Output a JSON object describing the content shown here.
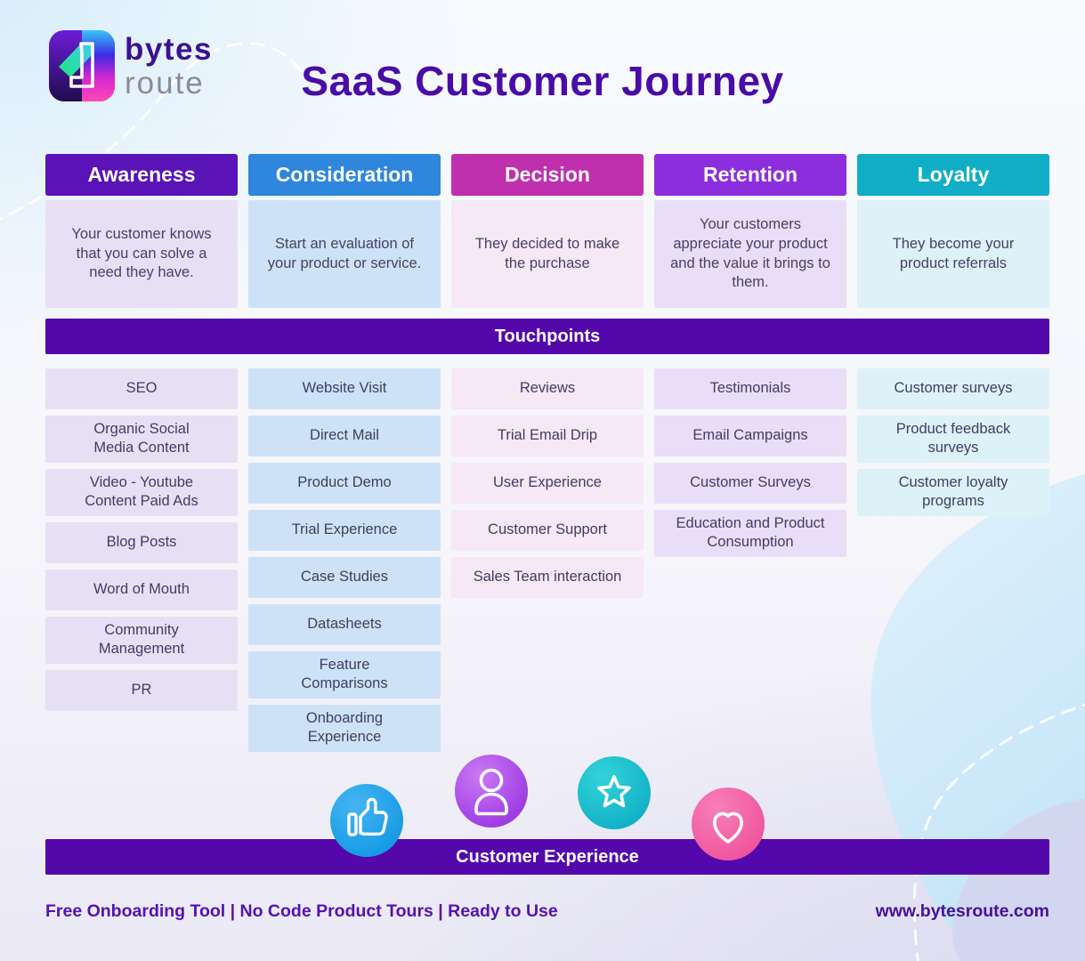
{
  "brand": {
    "name_top": "bytes",
    "name_bottom": "route"
  },
  "title": "SaaS Customer Journey",
  "banners": {
    "touchpoints": "Touchpoints",
    "customer_experience": "Customer Experience"
  },
  "footer": {
    "tagline": "Free Onboarding Tool | No Code Product Tours | Ready to Use",
    "website": "www.bytesroute.com"
  },
  "stages": [
    {
      "name": "Awareness",
      "header_color": "#5a13b7",
      "tint_color": "#e7e0f4",
      "description": "Your customer knows that you can solve a need they have.",
      "touchpoints": [
        "SEO",
        "Organic Social\nMedia Content",
        "Video - Youtube\nContent Paid Ads",
        "Blog Posts",
        "Word of Mouth",
        "Community\nManagement",
        "PR"
      ]
    },
    {
      "name": "Consideration",
      "header_color": "#2e86dd",
      "tint_color": "#cde2f6",
      "description": "Start an evaluation of your product or service.",
      "touchpoints": [
        "Website Visit",
        "Direct Mail",
        "Product Demo",
        "Trial Experience",
        "Case Studies",
        "Datasheets",
        "Feature\nComparisons",
        "Onboarding\nExperience"
      ]
    },
    {
      "name": "Decision",
      "header_color": "#c02fae",
      "tint_color": "#f6e8f4",
      "description": "They decided to make the purchase",
      "touchpoints": [
        "Reviews",
        "Trial Email Drip",
        "User Experience",
        "Customer Support",
        "Sales Team interaction"
      ]
    },
    {
      "name": "Retention",
      "header_color": "#8d2ede",
      "tint_color": "#e9def7",
      "description": "Your customers appreciate your product and the value it brings to them.",
      "touchpoints": [
        "Testimonials",
        "Email Campaigns",
        "Customer Surveys",
        "Education and Product\nConsumption"
      ]
    },
    {
      "name": "Loyalty",
      "header_color": "#10aec6",
      "tint_color": "#dcf2f8",
      "description": "They become your product referrals",
      "touchpoints": [
        "Customer surveys",
        "Product feedback\nsurveys",
        "Customer loyalty\nprograms"
      ]
    }
  ],
  "experience_icons": [
    {
      "name": "thumbs-up-icon",
      "color": "#149ae4",
      "color_light": "#45b5f2"
    },
    {
      "name": "person-icon",
      "color": "#9c39e2",
      "color_light": "#cb79f5"
    },
    {
      "name": "star-icon",
      "color": "#12b0c7",
      "color_light": "#32d3d9"
    },
    {
      "name": "heart-icon",
      "color": "#ef549c",
      "color_light": "#f77fb9"
    }
  ],
  "accent_colors": {
    "banner_purple": "#5408ac",
    "title_purple": "#4a0ca6",
    "text_dark": "#413c64"
  }
}
